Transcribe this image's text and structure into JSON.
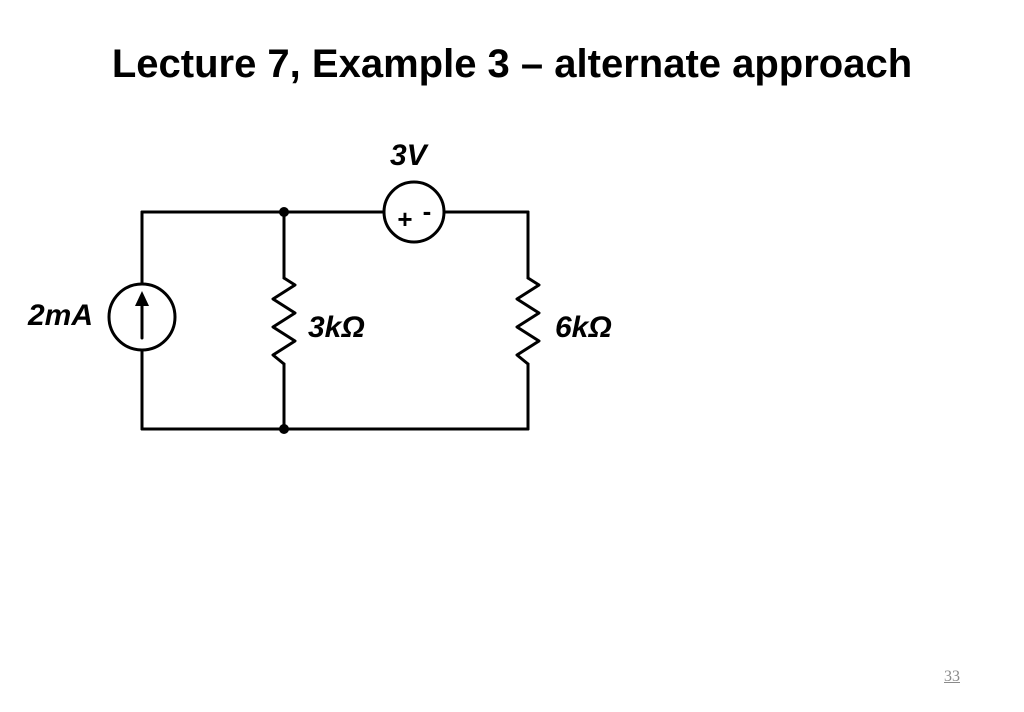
{
  "slide": {
    "title": "Lecture 7, Example 3 – alternate approach",
    "page_number": "33"
  },
  "circuit": {
    "current_source": {
      "label": "2mA",
      "arrow": "up-arrow-icon"
    },
    "voltage_source": {
      "label": "3V",
      "plus": "+",
      "minus": "-"
    },
    "resistor_left": {
      "label": "3kΩ"
    },
    "resistor_right": {
      "label": "6kΩ"
    }
  }
}
